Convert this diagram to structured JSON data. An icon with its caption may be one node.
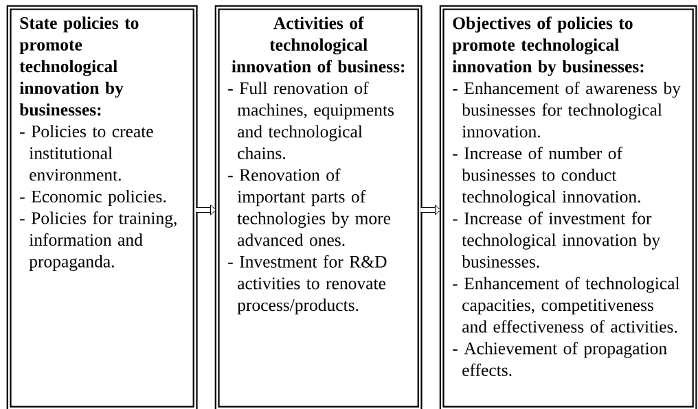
{
  "diagram": {
    "nodes": [
      {
        "text": [
          "State policies to promote technological innovation by businesses:",
          "- Policies to create institutional environment.",
          "- Economic policies.",
          "- Policies for training, information and propaganda."
        ]
      },
      {
        "text": [
          "Activities of technological innovation of business:",
          "- Full renovation of machines, equipments and technological chains.",
          "- Renovation of important parts of technologies by more advanced ones.",
          "- Investment for R&D activities to renovate process/products."
        ]
      },
      {
        "text": [
          "Objectives of policies to promote technological innovation by businesses:",
          "- Enhancement of awareness by businesses for technological innovation.",
          "- Increase of number of businesses to conduct technological innovation.",
          "- Increase of investment for technological innovation by businesses.",
          "- Enhancement of technological capacities, competitiveness and effectiveness of activities.",
          "- Achievement of propagation effects."
        ]
      }
    ],
    "edges": [
      {
        "from": 0,
        "to": 1,
        "arrow": "to"
      },
      {
        "from": 1,
        "to": 2,
        "arrow": "to"
      }
    ]
  }
}
